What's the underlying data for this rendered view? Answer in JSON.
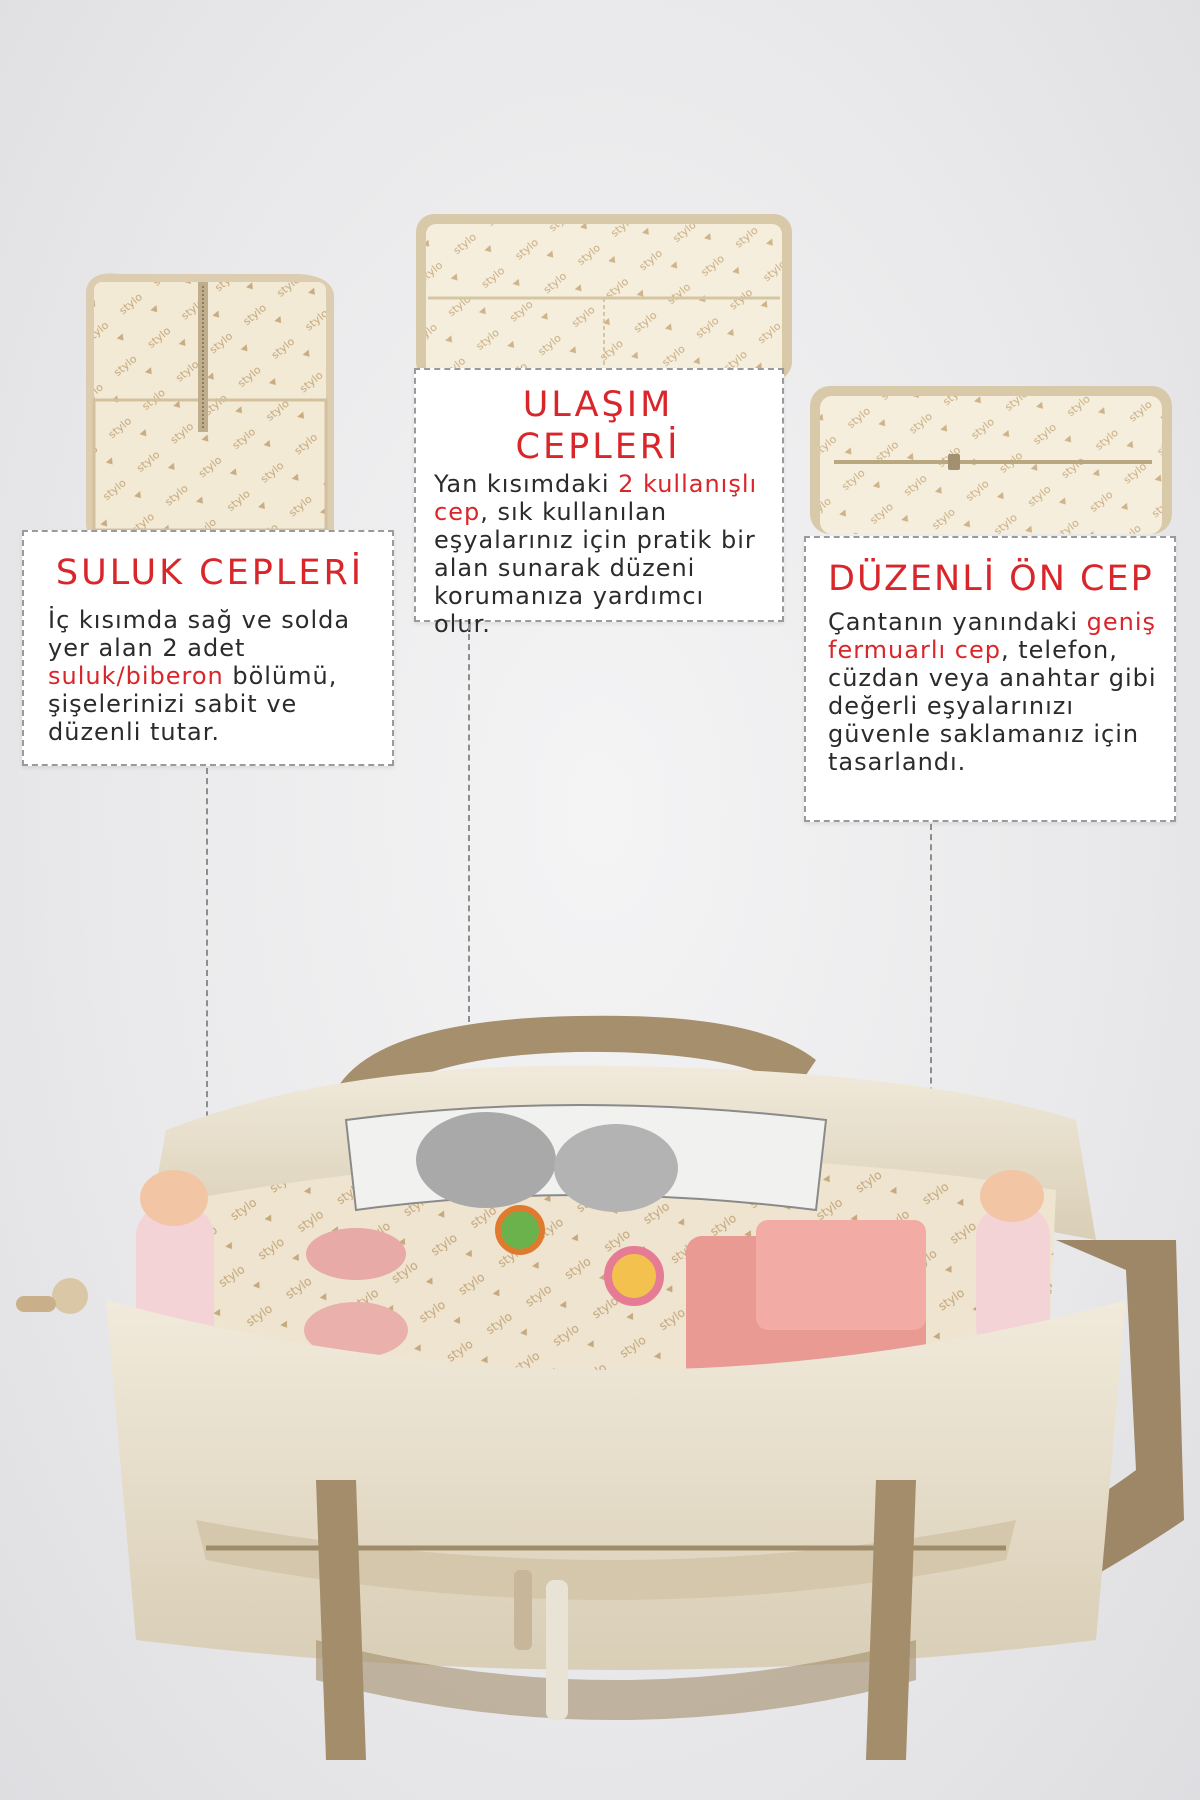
{
  "callouts": {
    "suluk": {
      "title": "SULUK CEPLERİ",
      "text_before": "İç kısımda sağ ve solda yer alan 2 adet ",
      "highlight": "suluk/biberon",
      "text_after": " bölümü, şişelerinizi sabit ve düzenli tutar."
    },
    "ulasim": {
      "title": "ULAŞIM CEPLERİ",
      "text_before": "Yan kısımdaki ",
      "highlight": "2 kullanışlı cep",
      "text_after": ", sık kullanılan eşyalarınız için pratik bir alan sunarak düzeni korumanıza yardımcı olur."
    },
    "duzenli": {
      "title": "DÜZENLİ ÖN CEP",
      "text_before": "Çantanın yanındaki ",
      "highlight": "geniş fermuarlı cep",
      "text_after": ", telefon, cüzdan veya anahtar gibi değerli eşyalarınızı güvenle saklamanız için tasarlandı."
    }
  },
  "product_print": "stylo",
  "colors": {
    "accent_red": "#d9262b",
    "fabric_beige": "#ece4d2",
    "lining_cream": "#f6efdf",
    "strap_brown": "#a08a6a",
    "background": "#ececee"
  }
}
